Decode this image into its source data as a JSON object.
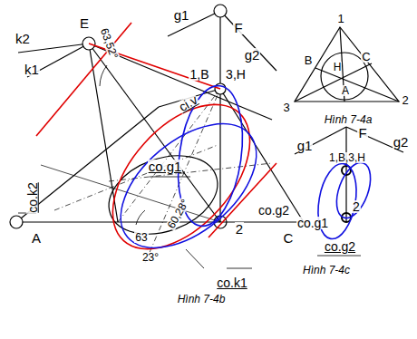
{
  "diagram": {
    "labels": [
      "k2",
      "E",
      "63,52°",
      "g1",
      "F",
      "k1",
      "ci.v",
      "1,B",
      "3,H",
      "g2",
      "co.k2",
      "co.g1",
      "60,28°",
      "63",
      "23°",
      "co.g2",
      "A",
      "2",
      "C",
      "co.k1",
      "Hình 7-4b",
      "1",
      "B",
      "C",
      "H",
      "A",
      "3",
      "2",
      "Hình 7-4a",
      "g1",
      "F",
      "g2",
      "1,B,3,H",
      "co.g1",
      "2",
      "co.g2",
      "Hình 7-4c"
    ]
  }
}
